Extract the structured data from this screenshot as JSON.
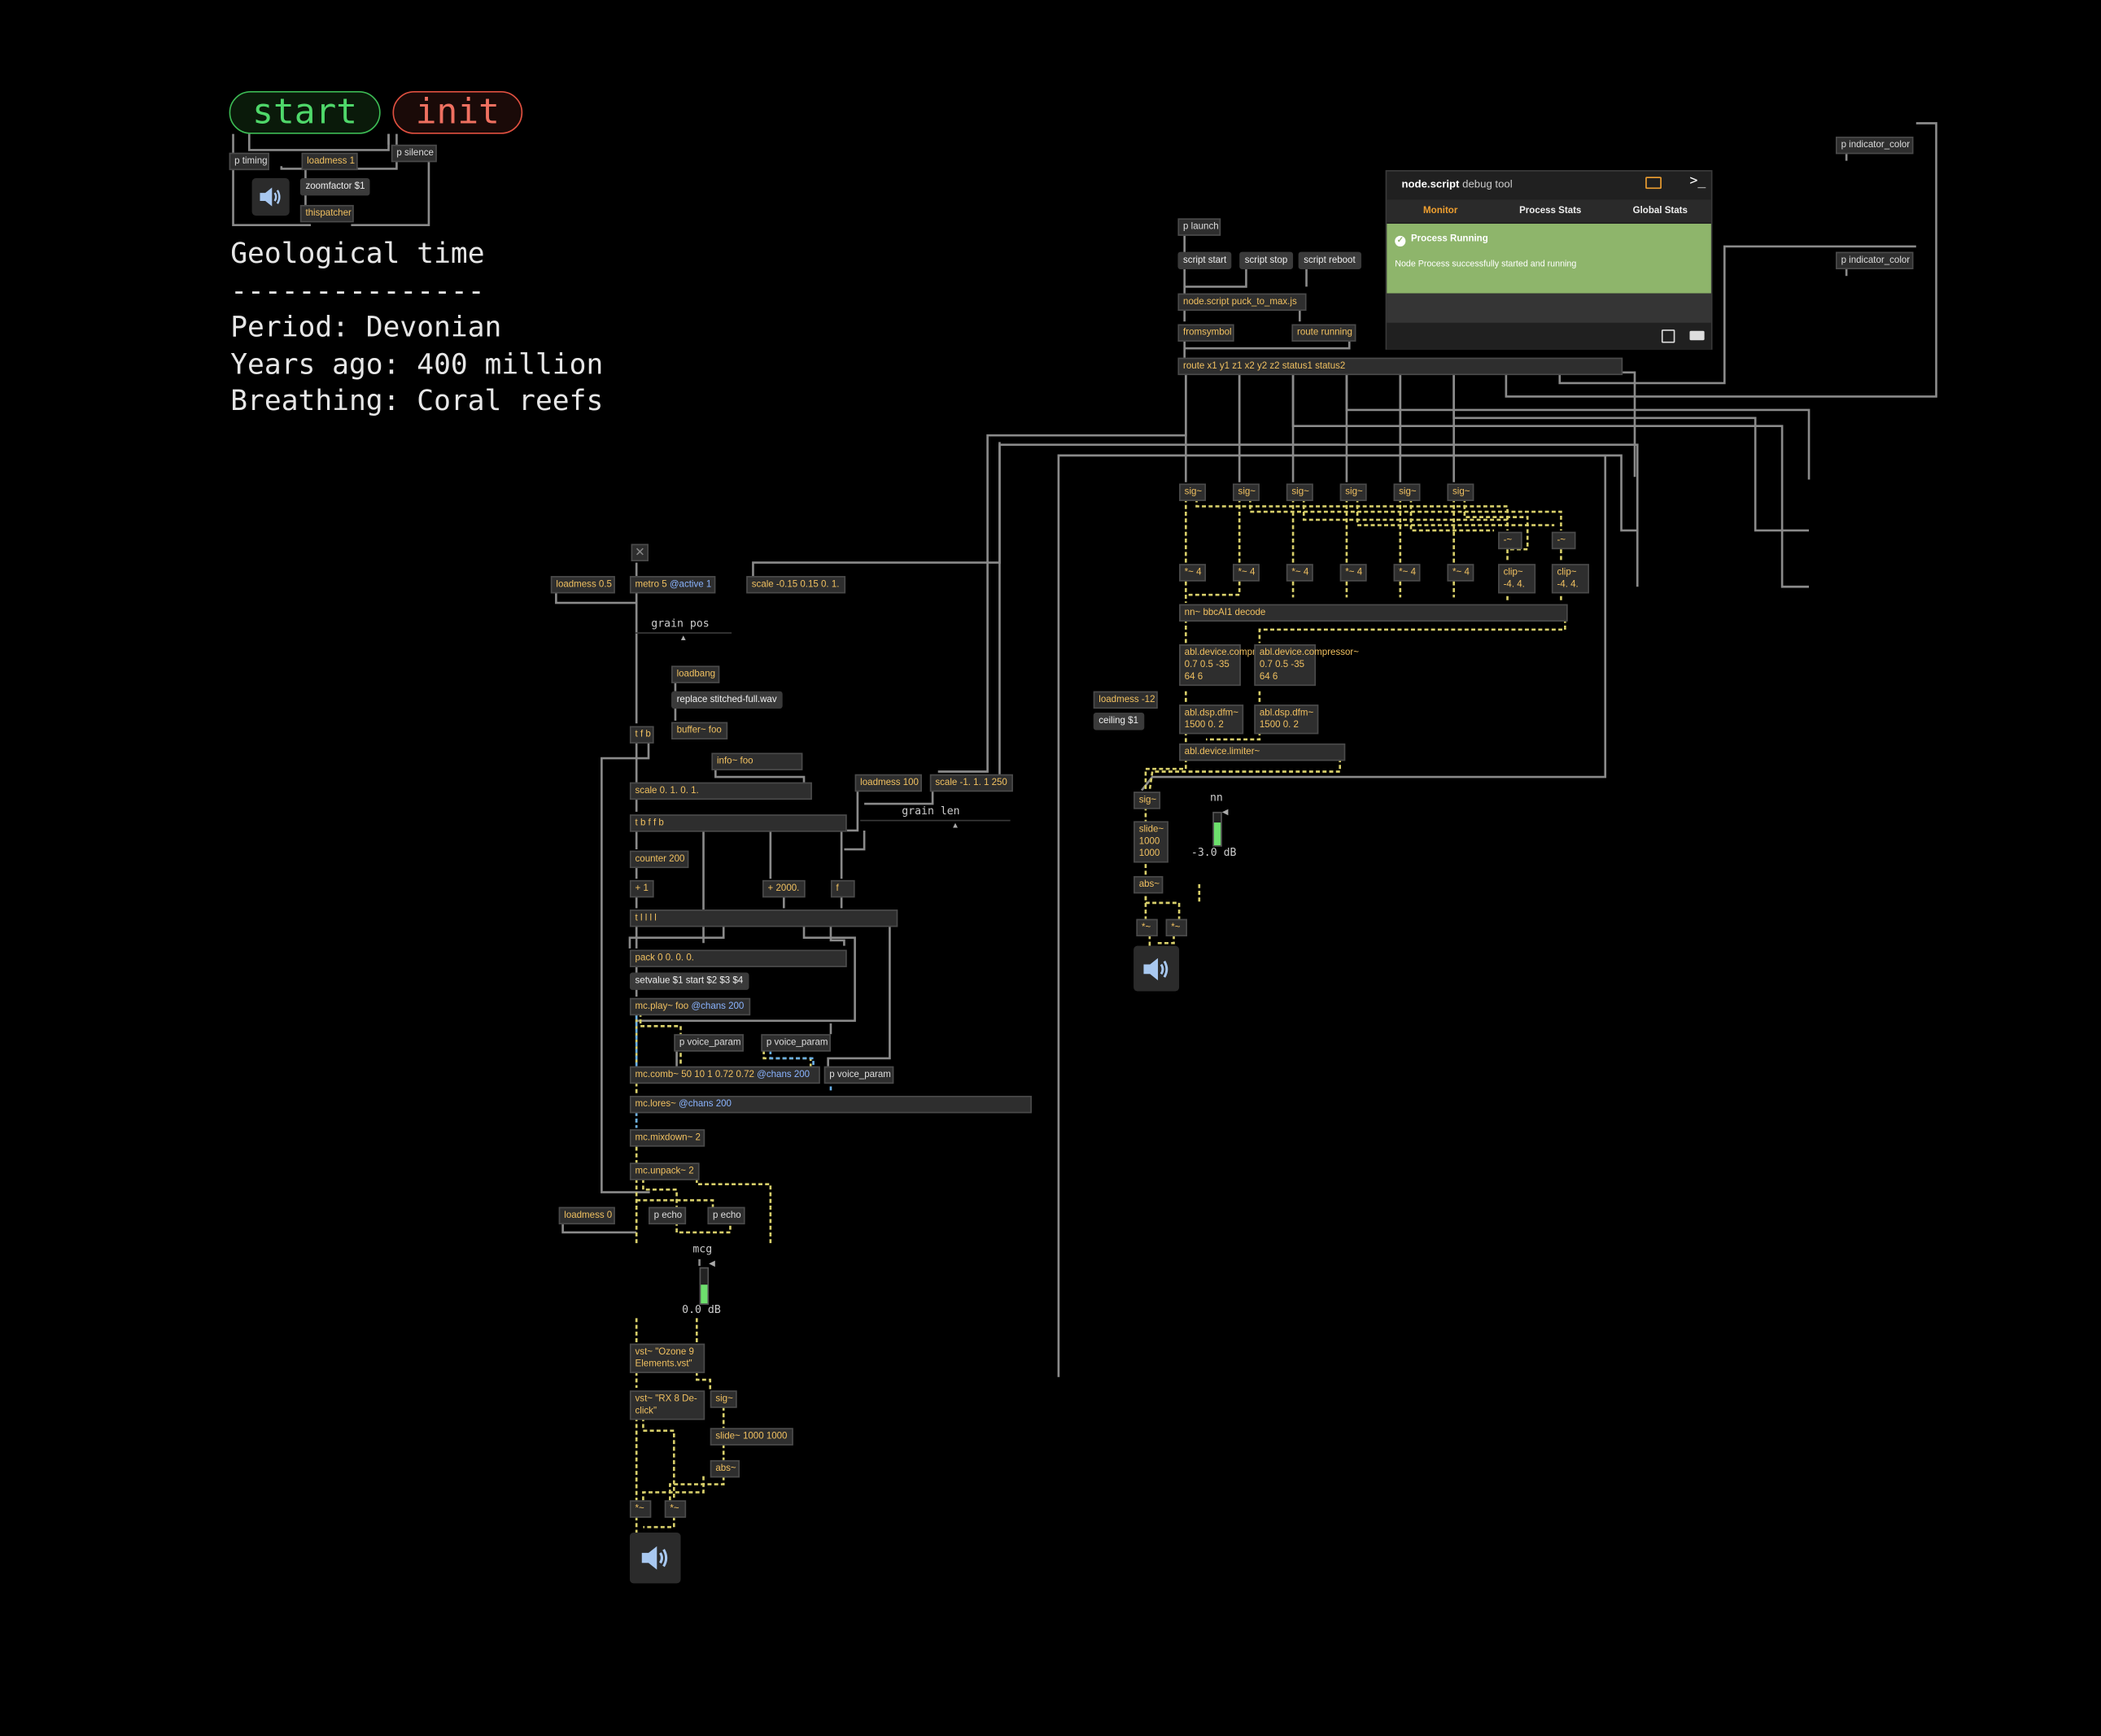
{
  "toolbar": {
    "start_label": "start",
    "init_label": "init"
  },
  "top_objects": {
    "p_timing": "p timing",
    "loadmess": "loadmess 1",
    "p_silence": "p silence",
    "zoomfactor": "zoomfactor $1",
    "thispatcher": "thispatcher"
  },
  "info_text": {
    "title": "Geological time",
    "rule": "---------------",
    "period": "Period: Devonian",
    "years": "Years ago: 400 million",
    "breathing": "Breathing: Coral reefs"
  },
  "grain": {
    "loadmess_05": "loadmess 0.5",
    "metro": "metro 5",
    "metro_attr": "@active 1",
    "scale_pos": "scale -0.15 0.15 0. 1.",
    "grain_pos_label": "grain pos",
    "loadbang": "loadbang",
    "replace_msg": "replace stitched-full.wav",
    "buffer": "buffer~ foo",
    "info": "info~ foo",
    "tfb": "t f b",
    "scale_01": "scale 0. 1. 0. 1.",
    "loadmess_100": "loadmess 100",
    "scale_len": "scale -1. 1. 1 250",
    "grain_len_label": "grain len",
    "tbffb": "t b f f b",
    "counter": "counter 200",
    "plus1": "+ 1",
    "plus2000": "+ 2000.",
    "f": "f",
    "tllll": "t l l l l",
    "pack": "pack 0 0. 0. 0.",
    "setvalue_msg": "setvalue $1 start $2 $3 $4",
    "mcplay": "mc.play~ foo",
    "mcplay_attr": "@chans 200",
    "voice_param": "p voice_param",
    "mccomb": "mc.comb~ 50 10 1 0.72 0.72",
    "mccomb_attr": "@chans 200",
    "mclores": "mc.lores~",
    "mclores_attr": "@chans 200",
    "mcmixdown": "mc.mixdown~ 2",
    "mcunpack": "mc.unpack~ 2",
    "loadmess_0": "loadmess 0",
    "p_echo": "p echo",
    "meter_label": "mcg",
    "meter_db": "0.0 dB",
    "meter_level": 0.55,
    "vst_ozone": "vst~ \"Ozone 9 Elements.vst\"",
    "vst_rx": "vst~ \"RX 8 De-click\"",
    "sig": "sig~",
    "slide": "slide~ 1000 1000",
    "abs": "abs~",
    "mult": "*~"
  },
  "node": {
    "p_launch": "p launch",
    "script_start": "script start",
    "script_stop": "script stop",
    "script_reboot": "script reboot",
    "node_script": "node.script puck_to_max.js",
    "fromsymbol": "fromsymbol",
    "route_running": "route running",
    "route_main": "route x1 y1 z1 x2 y2 z2 status1 status2",
    "sig": "sig~",
    "mult4": "*~ 4",
    "minus": "-~",
    "clip": "clip~ -4. 4.",
    "nn_decode": "nn~ bbcAI1 decode",
    "compressor": "abl.device.compressor~ 0.7 0.5 -35 64 6",
    "dfm": "abl.dsp.dfm~ 1500 0. 2",
    "limiter": "abl.device.limiter~",
    "loadmess_12": "loadmess -12",
    "ceiling_msg": "ceiling $1",
    "slide": "slide~ 1000 1000",
    "abs": "abs~",
    "mult": "*~",
    "meter_label": "nn",
    "meter_db": "-3.0 dB",
    "meter_level": 0.7
  },
  "indicators": {
    "item1": "p indicator_color",
    "item2": "p indicator_color"
  },
  "debug_panel": {
    "title_bold": "node.script",
    "title_rest": "debug tool",
    "tabs": [
      "Monitor",
      "Process Stats",
      "Global Stats"
    ],
    "status_title": "Process Running",
    "status_body": "Node Process successfully started and running",
    "accent": "#f0a030",
    "ok_color": "#8eb56b"
  }
}
